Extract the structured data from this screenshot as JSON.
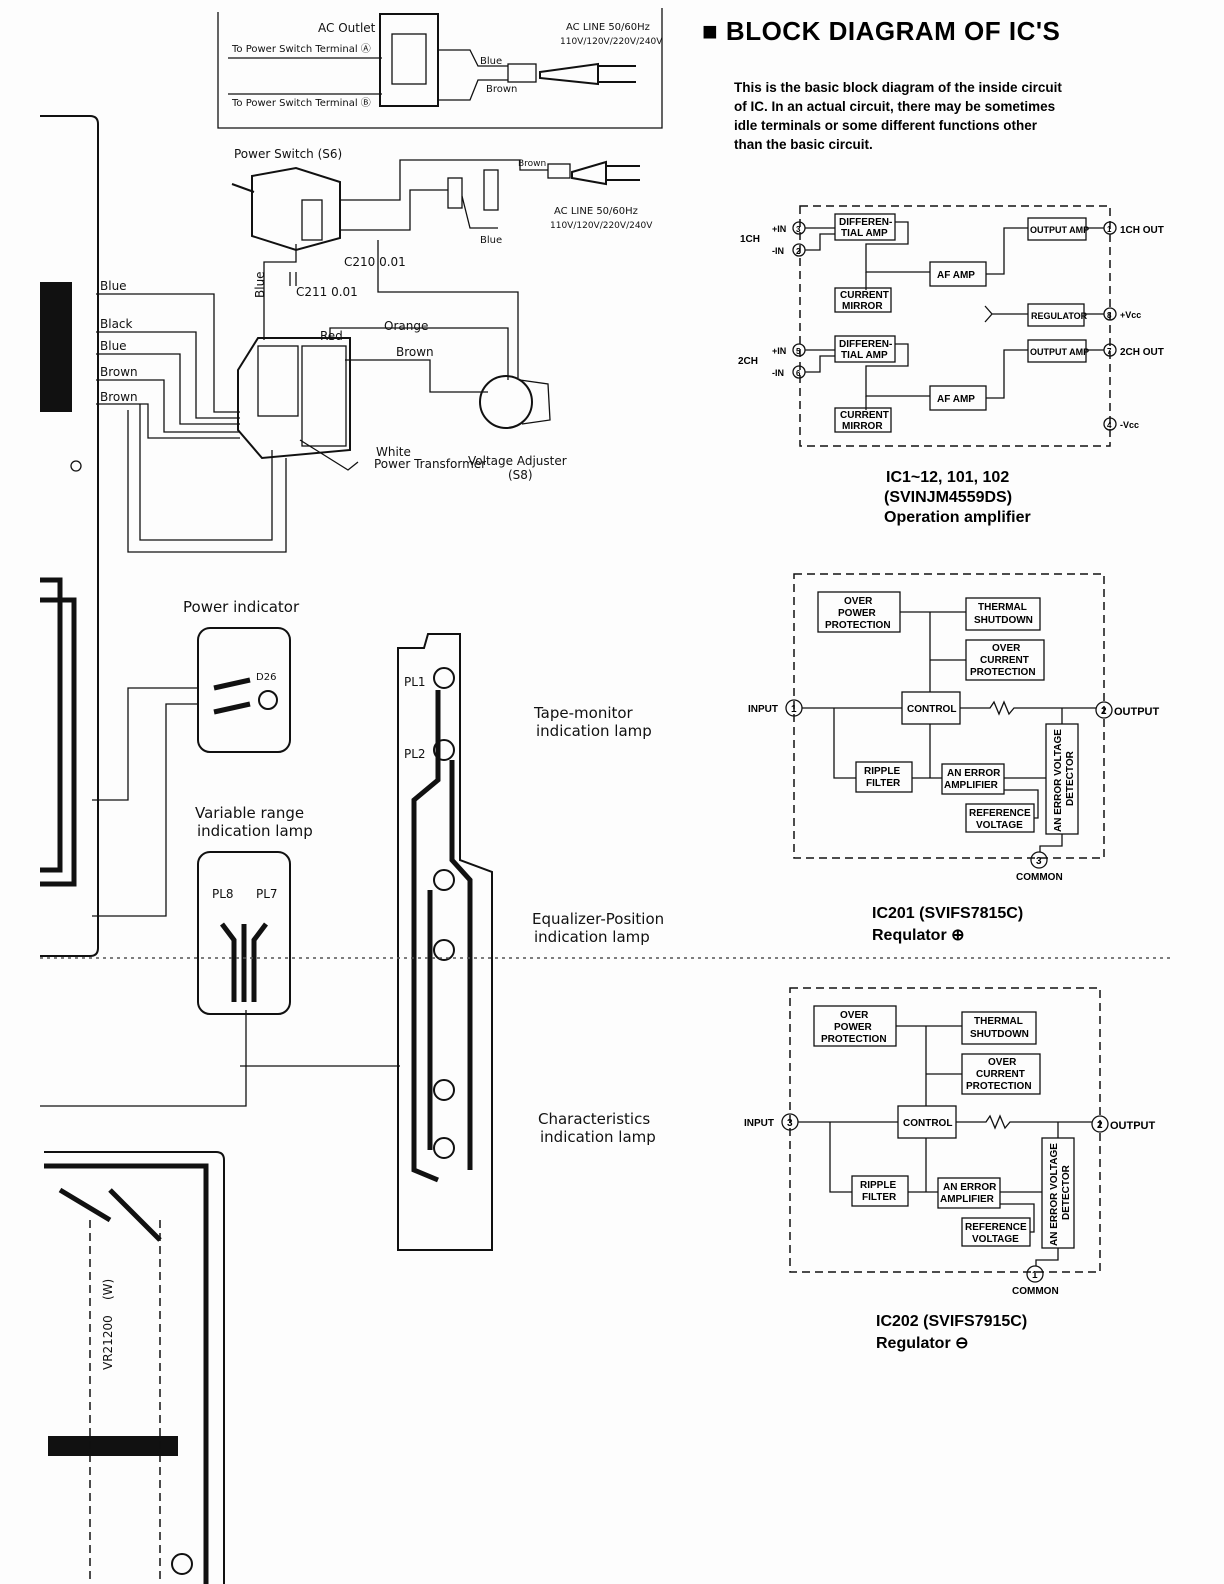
{
  "section": {
    "title": "■ BLOCK DIAGRAM OF IC'S",
    "intro": "This is the basic block diagram of the inside circuit of IC. In an actual circuit, there may be sometimes idle terminals or some different functions other than the basic circuit."
  },
  "wiring": {
    "ac_outlet": "AC Outlet",
    "to_power_switch_a": "To Power Switch Terminal Ⓐ",
    "to_power_switch_b": "To Power Switch Terminal Ⓑ",
    "ac_line_1": "AC LINE 50/60Hz",
    "ac_line_voltages": "110V/120V/220V/240V",
    "blue": "Blue",
    "brown": "Brown",
    "power_switch": "Power Switch (S6)",
    "ac_line_2": "AC LINE 50/60Hz",
    "ac_line_voltages_2": "110V/120V/220V/240V",
    "c210": "C210 0.01",
    "c211": "C211 0.01",
    "red": "Red",
    "orange": "Orange",
    "black": "Black",
    "white": "White",
    "power_transformer": "Power Transformer",
    "voltage_adjuster": "Voltage Adjuster",
    "voltage_adjuster_ref": "(S8)"
  },
  "lamps": {
    "power_indicator": "Power indicator",
    "variable_range_1": "Variable range",
    "variable_range_2": "indication lamp",
    "tape_monitor_1": "Tape-monitor",
    "tape_monitor_2": "indication lamp",
    "equalizer_1": "Equalizer-Position",
    "equalizer_2": "indication lamp",
    "characteristics_1": "Characteristics",
    "characteristics_2": "indication lamp",
    "pl1": "PL1",
    "pl2": "PL2",
    "pl8": "PL8",
    "pl7": "PL7",
    "d": "D26",
    "vr1": "VR21200",
    "vr_w": "(W)"
  },
  "ic_amp": {
    "ch1": "1CH",
    "ch2": "2CH",
    "in_plus": "+IN",
    "in_minus": "-IN",
    "diff_amp_1": "DIFFEREN-",
    "diff_amp_2": "TIAL AMP",
    "current_mirror_1": "CURRENT",
    "current_mirror_2": "MIRROR",
    "af_amp": "AF AMP",
    "output_amp": "OUTPUT AMP",
    "regulator": "REGULATOR",
    "out1": "1CH OUT",
    "out2": "2CH OUT",
    "vcc_plus": "+Vcc",
    "vcc_minus": "-Vcc",
    "pins": [
      "3",
      "2",
      "1",
      "8",
      "5",
      "6",
      "7",
      "4"
    ],
    "caption_1": "IC1~12, 101, 102",
    "caption_2": "(SVINJM4559DS)",
    "caption_3": "Operation amplifier"
  },
  "ic201": {
    "over_power_1": "OVER",
    "over_power_2": "POWER",
    "over_power_3": "PROTECTION",
    "thermal_1": "THERMAL",
    "thermal_2": "SHUTDOWN",
    "over_current_1": "OVER",
    "over_current_2": "CURRENT",
    "over_current_3": "PROTECTION",
    "control": "CONTROL",
    "ripple_1": "RIPPLE",
    "ripple_2": "FILTER",
    "error_amp_1": "AN ERROR",
    "error_amp_2": "AMPLIFIER",
    "reference_1": "REFERENCE",
    "reference_2": "VOLTAGE",
    "detector_1": "AN ERROR VOLTAGE",
    "detector_2": "DETECTOR",
    "input": "INPUT",
    "output": "OUTPUT",
    "common": "COMMON",
    "pin_in": "1",
    "pin_out": "2",
    "pin_common": "3",
    "caption_1": "IC201 (SVIFS7815C)",
    "caption_2": "Requlator ⊕"
  },
  "ic202": {
    "over_power_1": "OVER",
    "over_power_2": "POWER",
    "over_power_3": "PROTECTION",
    "thermal_1": "THERMAL",
    "thermal_2": "SHUTDOWN",
    "over_current_1": "OVER",
    "over_current_2": "CURRENT",
    "over_current_3": "PROTECTION",
    "control": "CONTROL",
    "ripple_1": "RIPPLE",
    "ripple_2": "FILTER",
    "error_amp_1": "AN ERROR",
    "error_amp_2": "AMPLIFIER",
    "reference_1": "REFERENCE",
    "reference_2": "VOLTAGE",
    "detector_1": "AN ERROR VOLTAGE",
    "detector_2": "DETECTOR",
    "input": "INPUT",
    "output": "OUTPUT",
    "common": "COMMON",
    "pin_in": "3",
    "pin_out": "2",
    "pin_common": "1",
    "caption_1": "IC202 (SVIFS7915C)",
    "caption_2": "Regulator ⊖"
  }
}
